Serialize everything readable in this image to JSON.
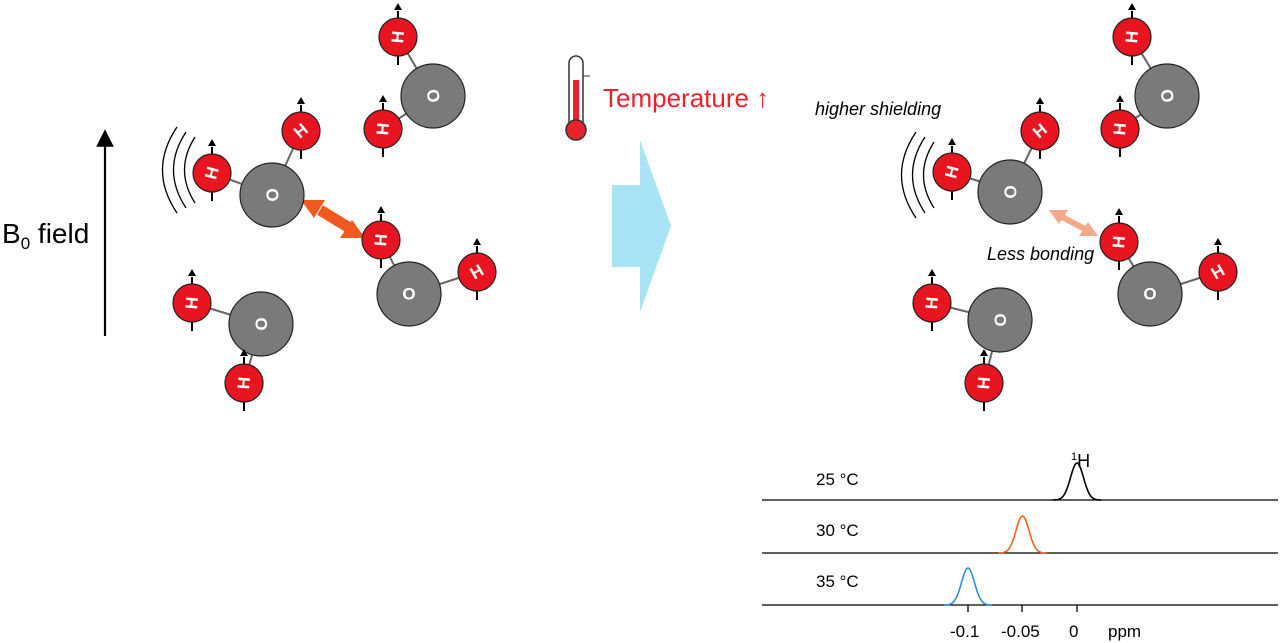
{
  "labels": {
    "b0_main": "B",
    "b0_sub": "0",
    "b0_rest": " field",
    "temperature": "Temperature ↑",
    "higher_shielding": "higher shielding",
    "less_bonding": "Less bonding"
  },
  "atoms": {
    "hydrogen": "H",
    "oxygen": "O"
  },
  "colors": {
    "hydrogen": "#e8141f",
    "oxygen": "#7a7a7a",
    "hbond_strong": "#f05a1e",
    "hbond_weak": "#f5a98a",
    "temperature_text": "#e8232f",
    "process_arrow": "#a8e4f5"
  },
  "icons": {
    "thermometer": "thermometer-icon",
    "process": "right-arrow-icon"
  },
  "spectrum": {
    "nucleus_mass": "1",
    "nucleus_symbol": "H",
    "unit": "ppm",
    "ticks": [
      "-0.1",
      "-0.05",
      "0"
    ],
    "spectra": [
      {
        "label": "25 °C",
        "peak_ppm": 0.0,
        "color": "#000000"
      },
      {
        "label": "30 °C",
        "peak_ppm": -0.05,
        "color": "#e8641e"
      },
      {
        "label": "35 °C",
        "peak_ppm": -0.1,
        "color": "#2a8fd6"
      }
    ]
  }
}
